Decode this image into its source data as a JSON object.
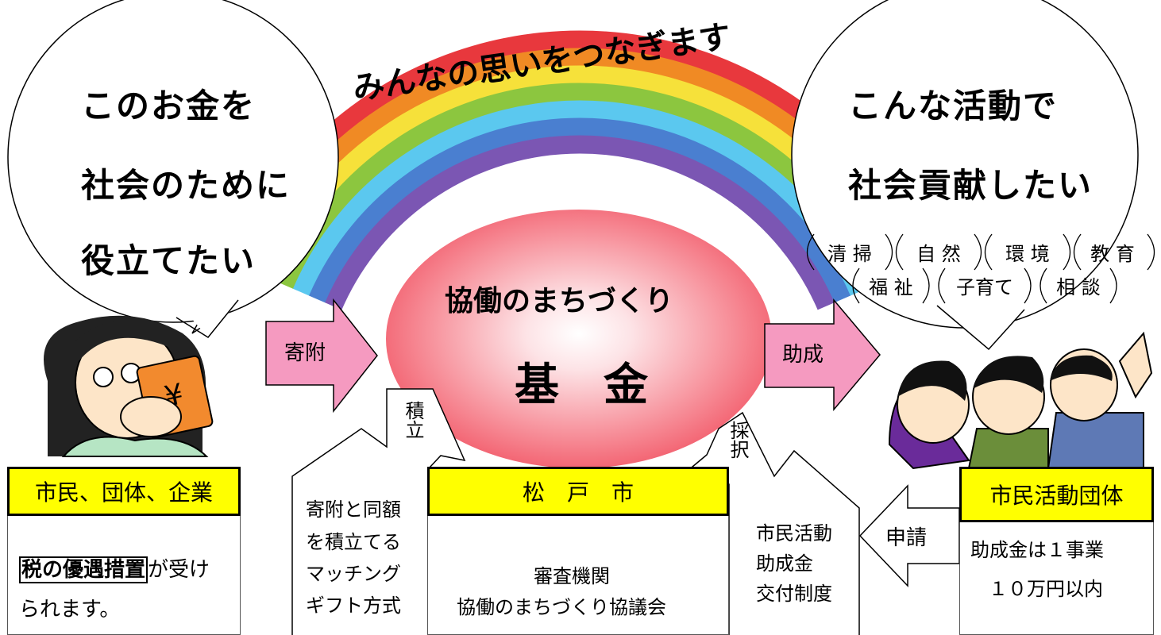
{
  "rainbow": {
    "title": "みんなの思いをつなぎます",
    "colors": [
      "#e8383d",
      "#f08a24",
      "#f6e13a",
      "#8cc63f",
      "#5bc8ef",
      "#4a7fd0",
      "#7b56b3"
    ]
  },
  "donor_bubble": {
    "lines": [
      "このお金を",
      "社会のために",
      "役立てたい"
    ]
  },
  "group_bubble": {
    "lines": [
      "こんな活動で",
      "社会貢献したい"
    ]
  },
  "activity_tags": [
    "清 掃",
    "自 然",
    "環 境",
    "教 育",
    "福 祉",
    "子育て",
    "相 談"
  ],
  "fund": {
    "title": "協働のまちづくり",
    "subtitle": "基　金",
    "color": "#f25c6b"
  },
  "arrows": {
    "donation": "寄附",
    "grant": "助成",
    "reserve": "積立",
    "adopt": "採択",
    "apply": "申請",
    "fill": "#f59ac0"
  },
  "donor": {
    "label": "市民、団体、企業",
    "benefit_highlight": "税の優遇措置",
    "benefit_rest1": "が受け",
    "benefit_rest2": "られます。"
  },
  "matching": {
    "lines": [
      "寄附と同額",
      "を積立てる",
      "マッチング",
      "ギフト方式"
    ]
  },
  "city": {
    "label": "松　戸　市",
    "lines": [
      "審査機関",
      "協働のまちづくり協議会"
    ]
  },
  "subsidy": {
    "lines": [
      "市民活動",
      "助成金",
      "交付制度"
    ]
  },
  "group": {
    "label": "市民活動団体",
    "lines": [
      "助成金は１事業",
      "１０万円以内"
    ]
  },
  "accent": {
    "yellow": "#ffff00"
  }
}
